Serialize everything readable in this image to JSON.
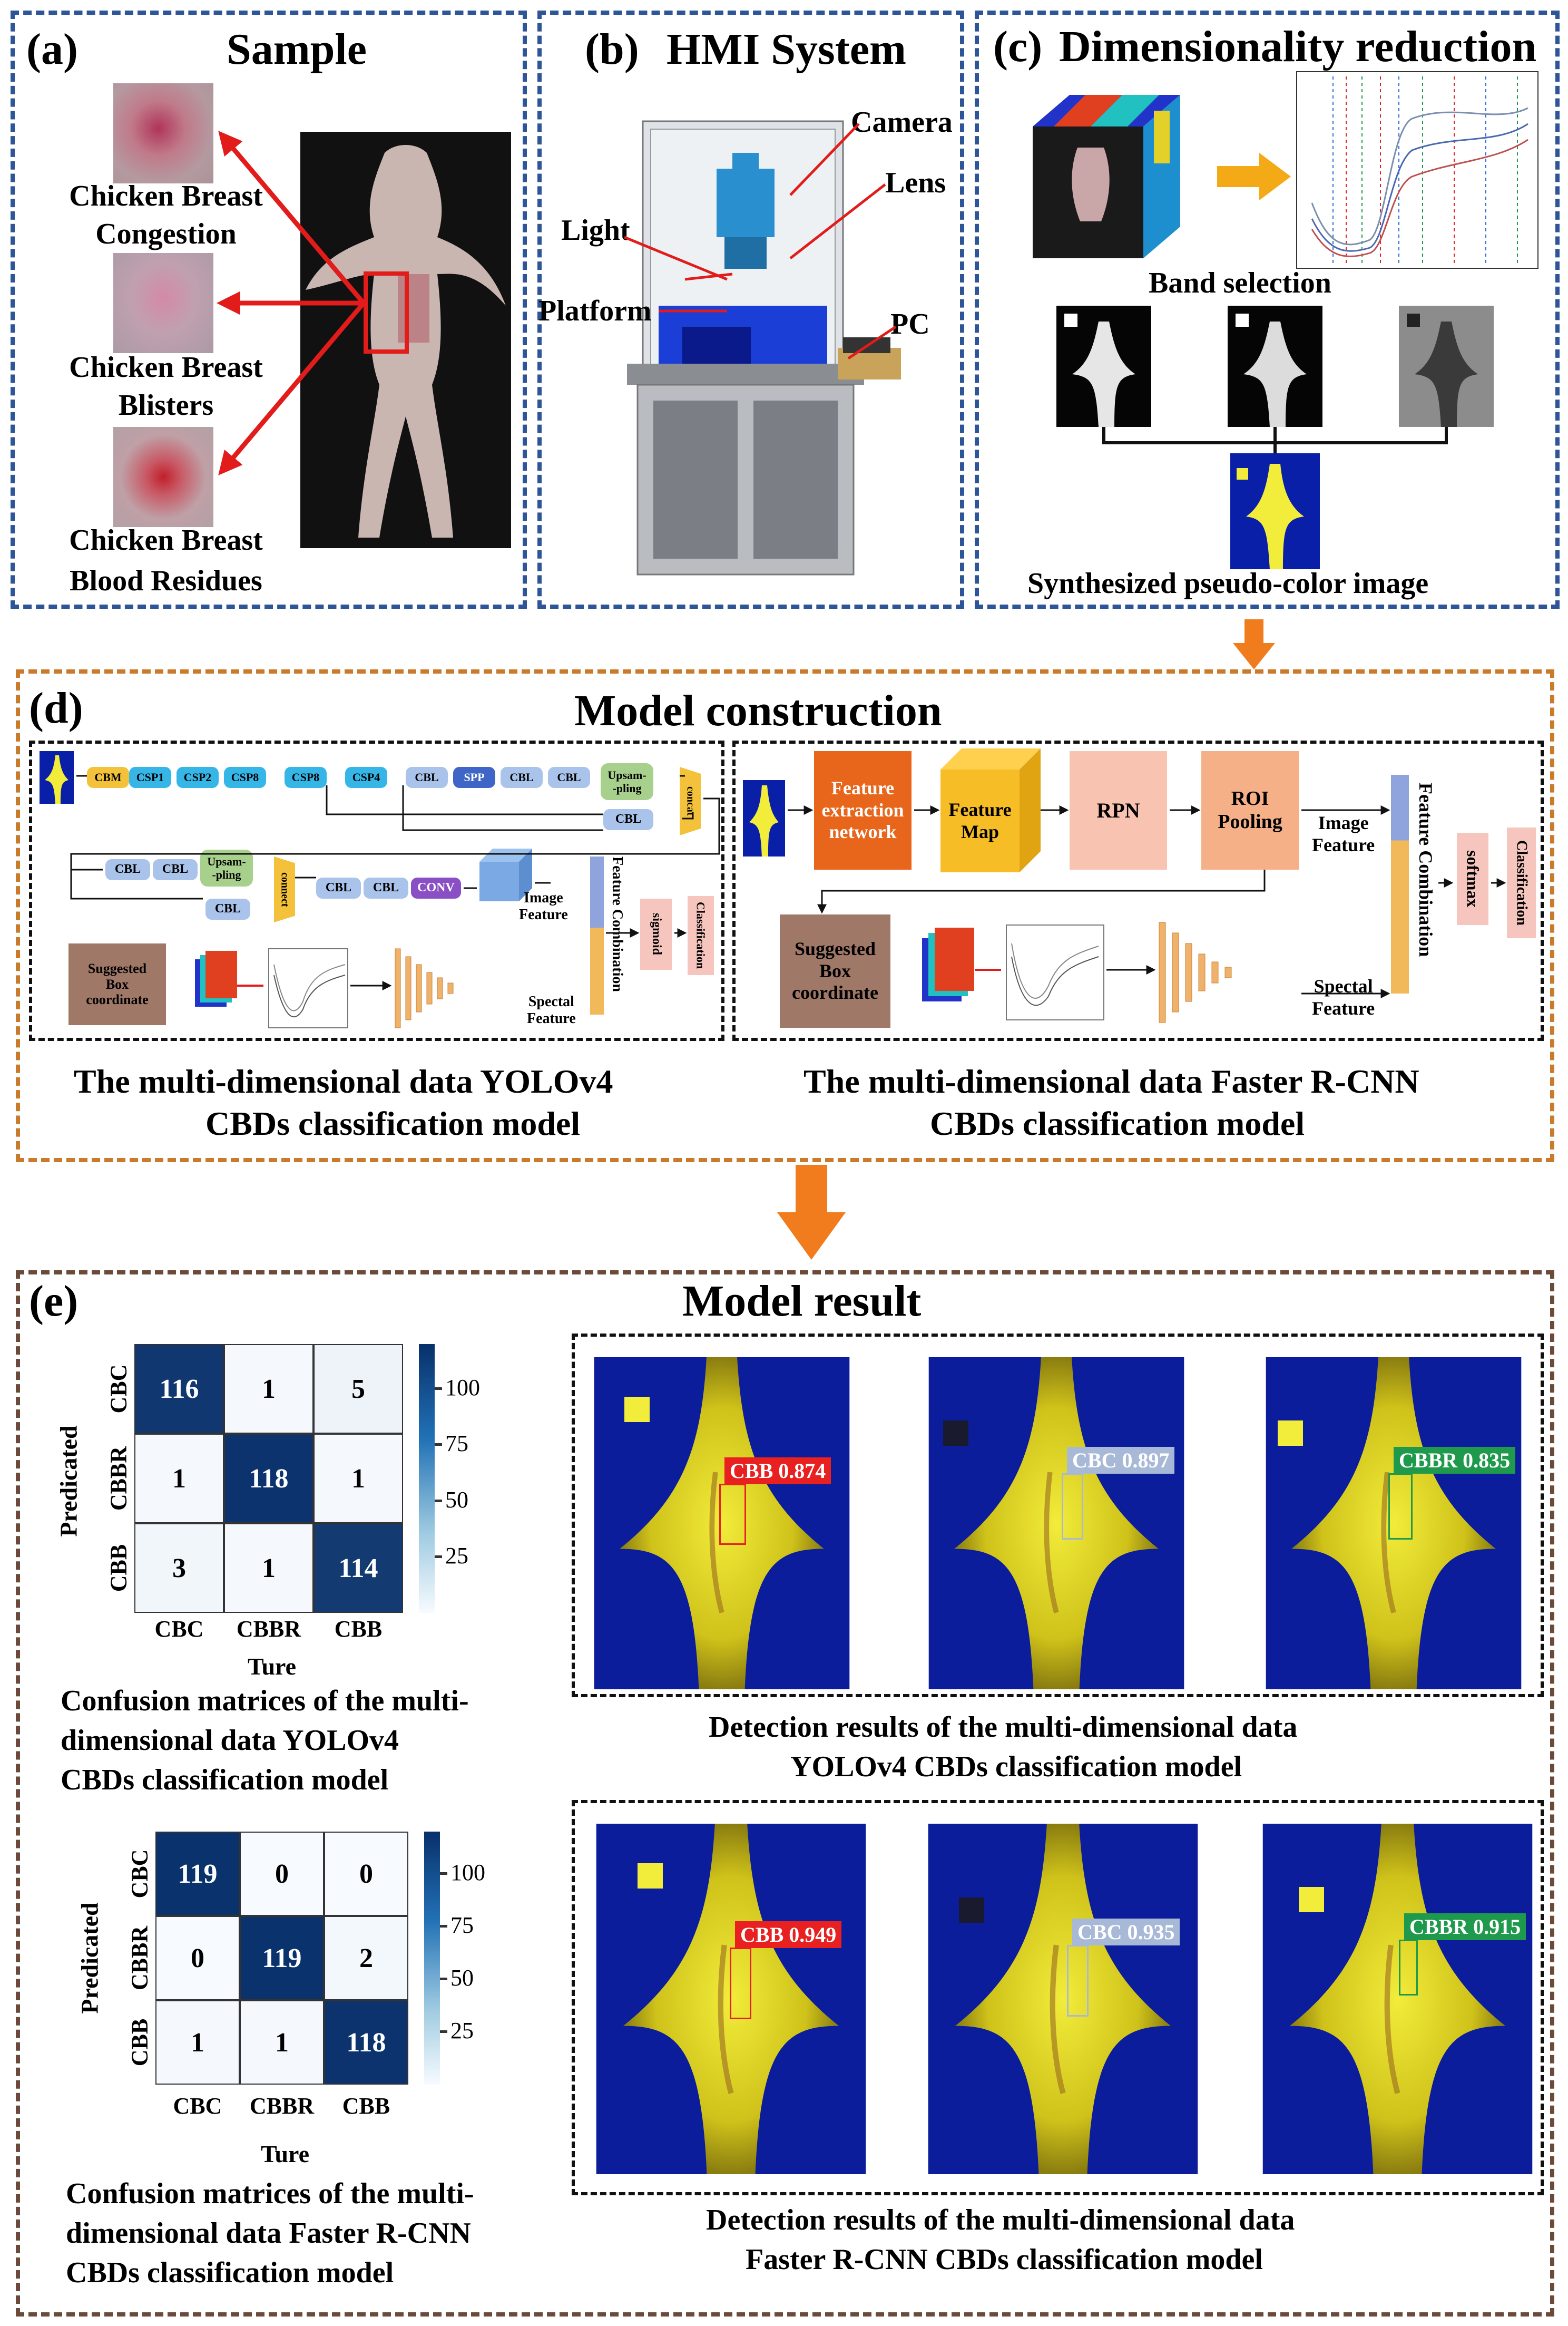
{
  "panel_a": {
    "letter": "(a)",
    "title": "Sample",
    "labels": [
      [
        "Chicken Breast",
        "Congestion"
      ],
      [
        "Chicken Breast",
        "Blisters"
      ],
      [
        "Chicken Breast",
        "Blood Residues"
      ]
    ]
  },
  "panel_b": {
    "letter": "(b)",
    "title": "HMI System",
    "parts": {
      "camera": "Camera",
      "lens": "Lens",
      "light": "Light",
      "platform": "Platform",
      "pc": "PC"
    }
  },
  "panel_c": {
    "letter": "(c)",
    "title": "Dimensionality reduction",
    "band_selection": "Band selection",
    "caption": "Synthesized pseudo-color image"
  },
  "panel_d": {
    "letter": "(d)",
    "title": "Model construction",
    "yolo": {
      "row1": [
        "CBM",
        "CSP1",
        "CSP2",
        "CSP8",
        "CSP8",
        "CSP4",
        "CBL",
        "SPP",
        "CBL",
        "CBL"
      ],
      "upsampling": "Upsam-\n-pling",
      "cbl": "CBL",
      "concat": "concat",
      "connect": "connect",
      "conv": "CONV",
      "image_feature": "Image\nFeature",
      "spectral_feature": "Spectal\nFeature",
      "feature_combination": "Feature Combination",
      "sigmoid": "sigmoid",
      "classification": "Classification",
      "suggested_box": "Suggested\nBox\ncoordinate",
      "caption": [
        "The multi-dimensional data YOLOv4",
        "CBDs classification model"
      ]
    },
    "frcnn": {
      "feature_extraction": "Feature\nextraction\nnetwork",
      "feature_map": "Feature\nMap",
      "rpn": "RPN",
      "roi": "ROI\nPooling",
      "image_feature": "Image\nFeature",
      "spectral_feature": "Spectal\nFeature",
      "feature_combination": "Feature Combination",
      "softmax": "softmax",
      "classification": "Classification",
      "suggested_box": "Suggested\nBox\ncoordinate",
      "caption": [
        "The multi-dimensional data Faster R-CNN",
        "CBDs classification model"
      ]
    }
  },
  "panel_e": {
    "letter": "(e)",
    "title": "Model result",
    "classes": [
      "CBC",
      "CBBR",
      "CBB"
    ],
    "xlabel": "Ture",
    "ylabel": "Predicated",
    "colorbar_ticks": [
      "100",
      "75",
      "50",
      "25"
    ],
    "cm_yolo_caption": [
      "Confusion matrices of the multi-",
      "dimensional data YOLOv4",
      "CBDs classification model"
    ],
    "cm_frcnn_caption": [
      "Confusion matrices of the multi-",
      "dimensional data Faster R-CNN",
      "CBDs classification model"
    ],
    "det_yolo_caption": [
      "Detection results of the multi-dimensional data",
      "YOLOv4 CBDs classification model"
    ],
    "det_frcnn_caption": [
      "Detection results of the multi-dimensional data",
      "Faster R-CNN CBDs classification model"
    ],
    "det_yolo_tags": [
      "CBB 0.874",
      "CBC 0.897",
      "CBBR 0.835"
    ],
    "det_frcnn_tags": [
      "CBB 0.949",
      "CBC 0.935",
      "CBBR 0.915"
    ],
    "tag_colors": [
      "#e8201f",
      "#a8b9d8",
      "#1f9a4c"
    ]
  },
  "chart_data": [
    {
      "type": "heatmap",
      "title": "",
      "xlabel": "Ture",
      "ylabel": "Predicated",
      "x_categories": [
        "CBC",
        "CBBR",
        "CBB"
      ],
      "y_categories": [
        "CBC",
        "CBBR",
        "CBB"
      ],
      "values": [
        [
          116,
          1,
          5
        ],
        [
          1,
          118,
          1
        ],
        [
          3,
          1,
          114
        ]
      ],
      "colorbar_ticks": [
        100,
        75,
        50,
        25
      ]
    },
    {
      "type": "heatmap",
      "title": "",
      "xlabel": "Ture",
      "ylabel": "Predicated",
      "x_categories": [
        "CBC",
        "CBBR",
        "CBB"
      ],
      "y_categories": [
        "CBC",
        "CBBR",
        "CBB"
      ],
      "values": [
        [
          119,
          0,
          0
        ],
        [
          0,
          119,
          2
        ],
        [
          1,
          1,
          118
        ]
      ],
      "colorbar_ticks": [
        100,
        75,
        50,
        25
      ]
    }
  ]
}
